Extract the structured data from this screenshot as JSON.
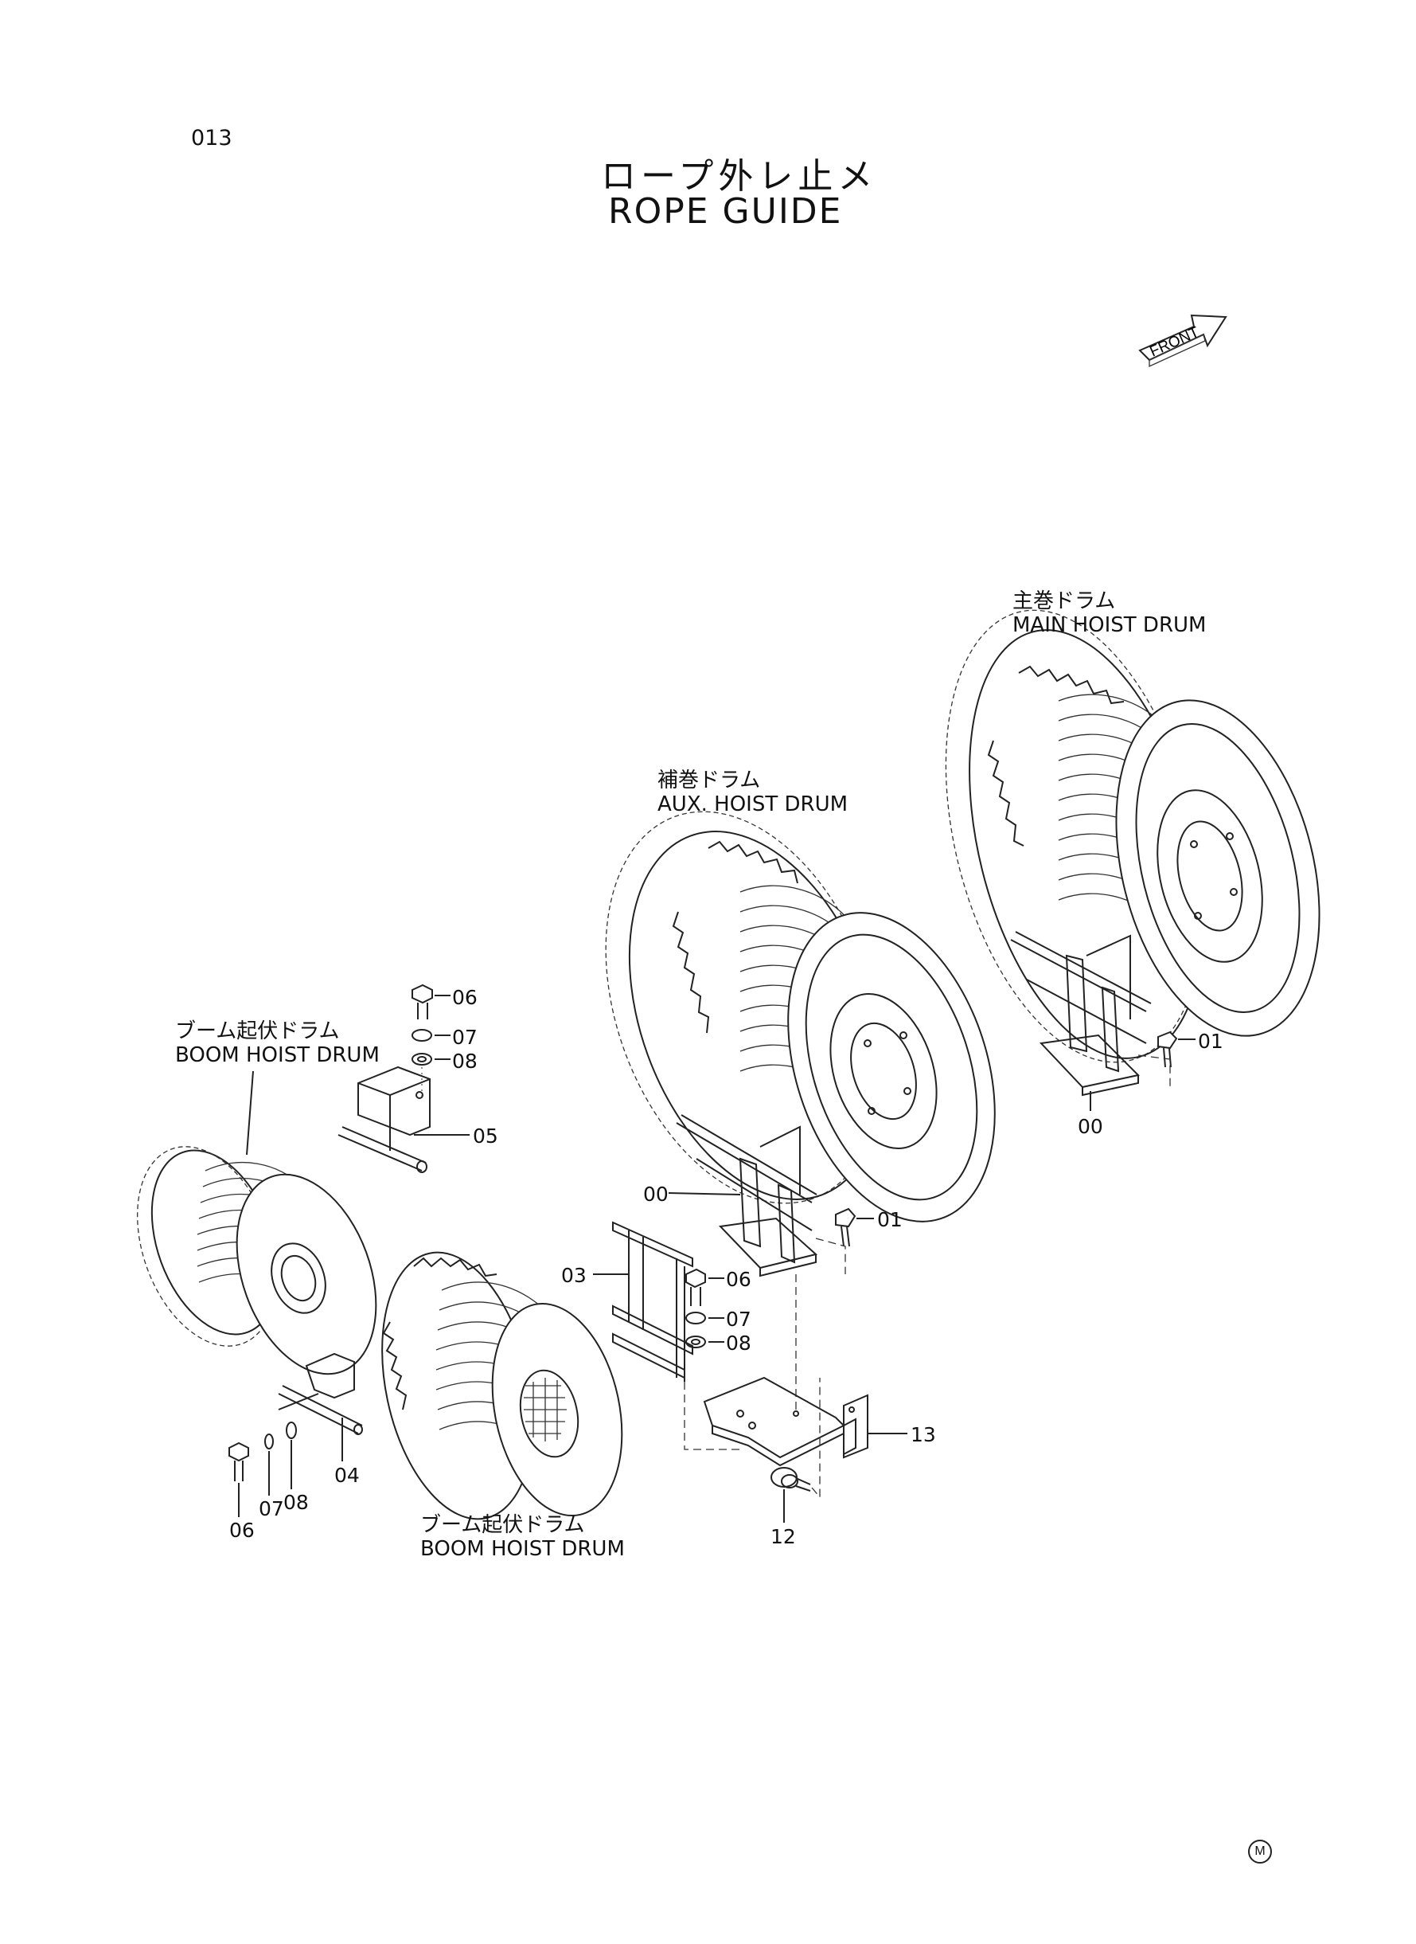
{
  "page_number": "013",
  "title_jp": "ロープ外レ止メ",
  "title_en": "ROPE GUIDE",
  "front_indicator": "FRONT",
  "drums": {
    "main": {
      "jp": "主巻ドラム",
      "en": "MAIN HOIST DRUM"
    },
    "aux": {
      "jp": "補巻ドラム",
      "en": "AUX. HOIST DRUM"
    },
    "boom_left": {
      "jp": "ブーム起伏ドラム",
      "en": "BOOM HOIST DRUM"
    },
    "boom_center": {
      "jp": "ブーム起伏ドラム",
      "en": "BOOM HOIST DRUM"
    }
  },
  "callouts": {
    "main_01": "01",
    "main_00": "00",
    "aux_00": "00",
    "aux_01": "01",
    "top_06": "06",
    "top_07": "07",
    "top_08": "08",
    "c_05": "05",
    "c_03": "03",
    "mid_06": "06",
    "mid_07": "07",
    "mid_08": "08",
    "c_13": "13",
    "c_12": "12",
    "c_04": "04",
    "bl_06": "06",
    "bl_07": "07",
    "bl_08": "08"
  },
  "corner_mark": "M"
}
